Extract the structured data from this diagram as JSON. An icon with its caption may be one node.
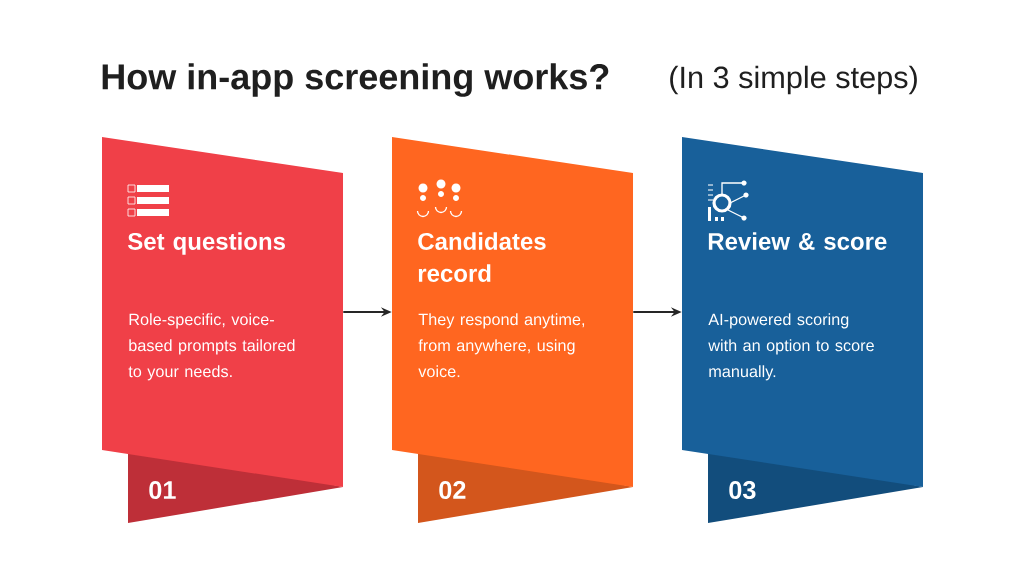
{
  "diagram": {
    "title": "How in-app screening works?",
    "nodes": [
      {
        "text": [
          "Set questions",
          "Role-specific, voice-based prompts tailored to your needs.",
          "01"
        ]
      },
      {
        "text": [
          "Candidates record",
          "They respond anytime, from anywhere, using voice.",
          "02"
        ]
      },
      {
        "text": [
          "Review & score",
          "AI-powered scoring with an option to score manually.",
          "03"
        ]
      }
    ],
    "edges": [
      {
        "from": 0,
        "to": 1,
        "arrow": "to"
      },
      {
        "from": 1,
        "to": 2,
        "arrow": "to"
      }
    ],
    "labels": [
      "(In 3 simple steps)"
    ]
  }
}
